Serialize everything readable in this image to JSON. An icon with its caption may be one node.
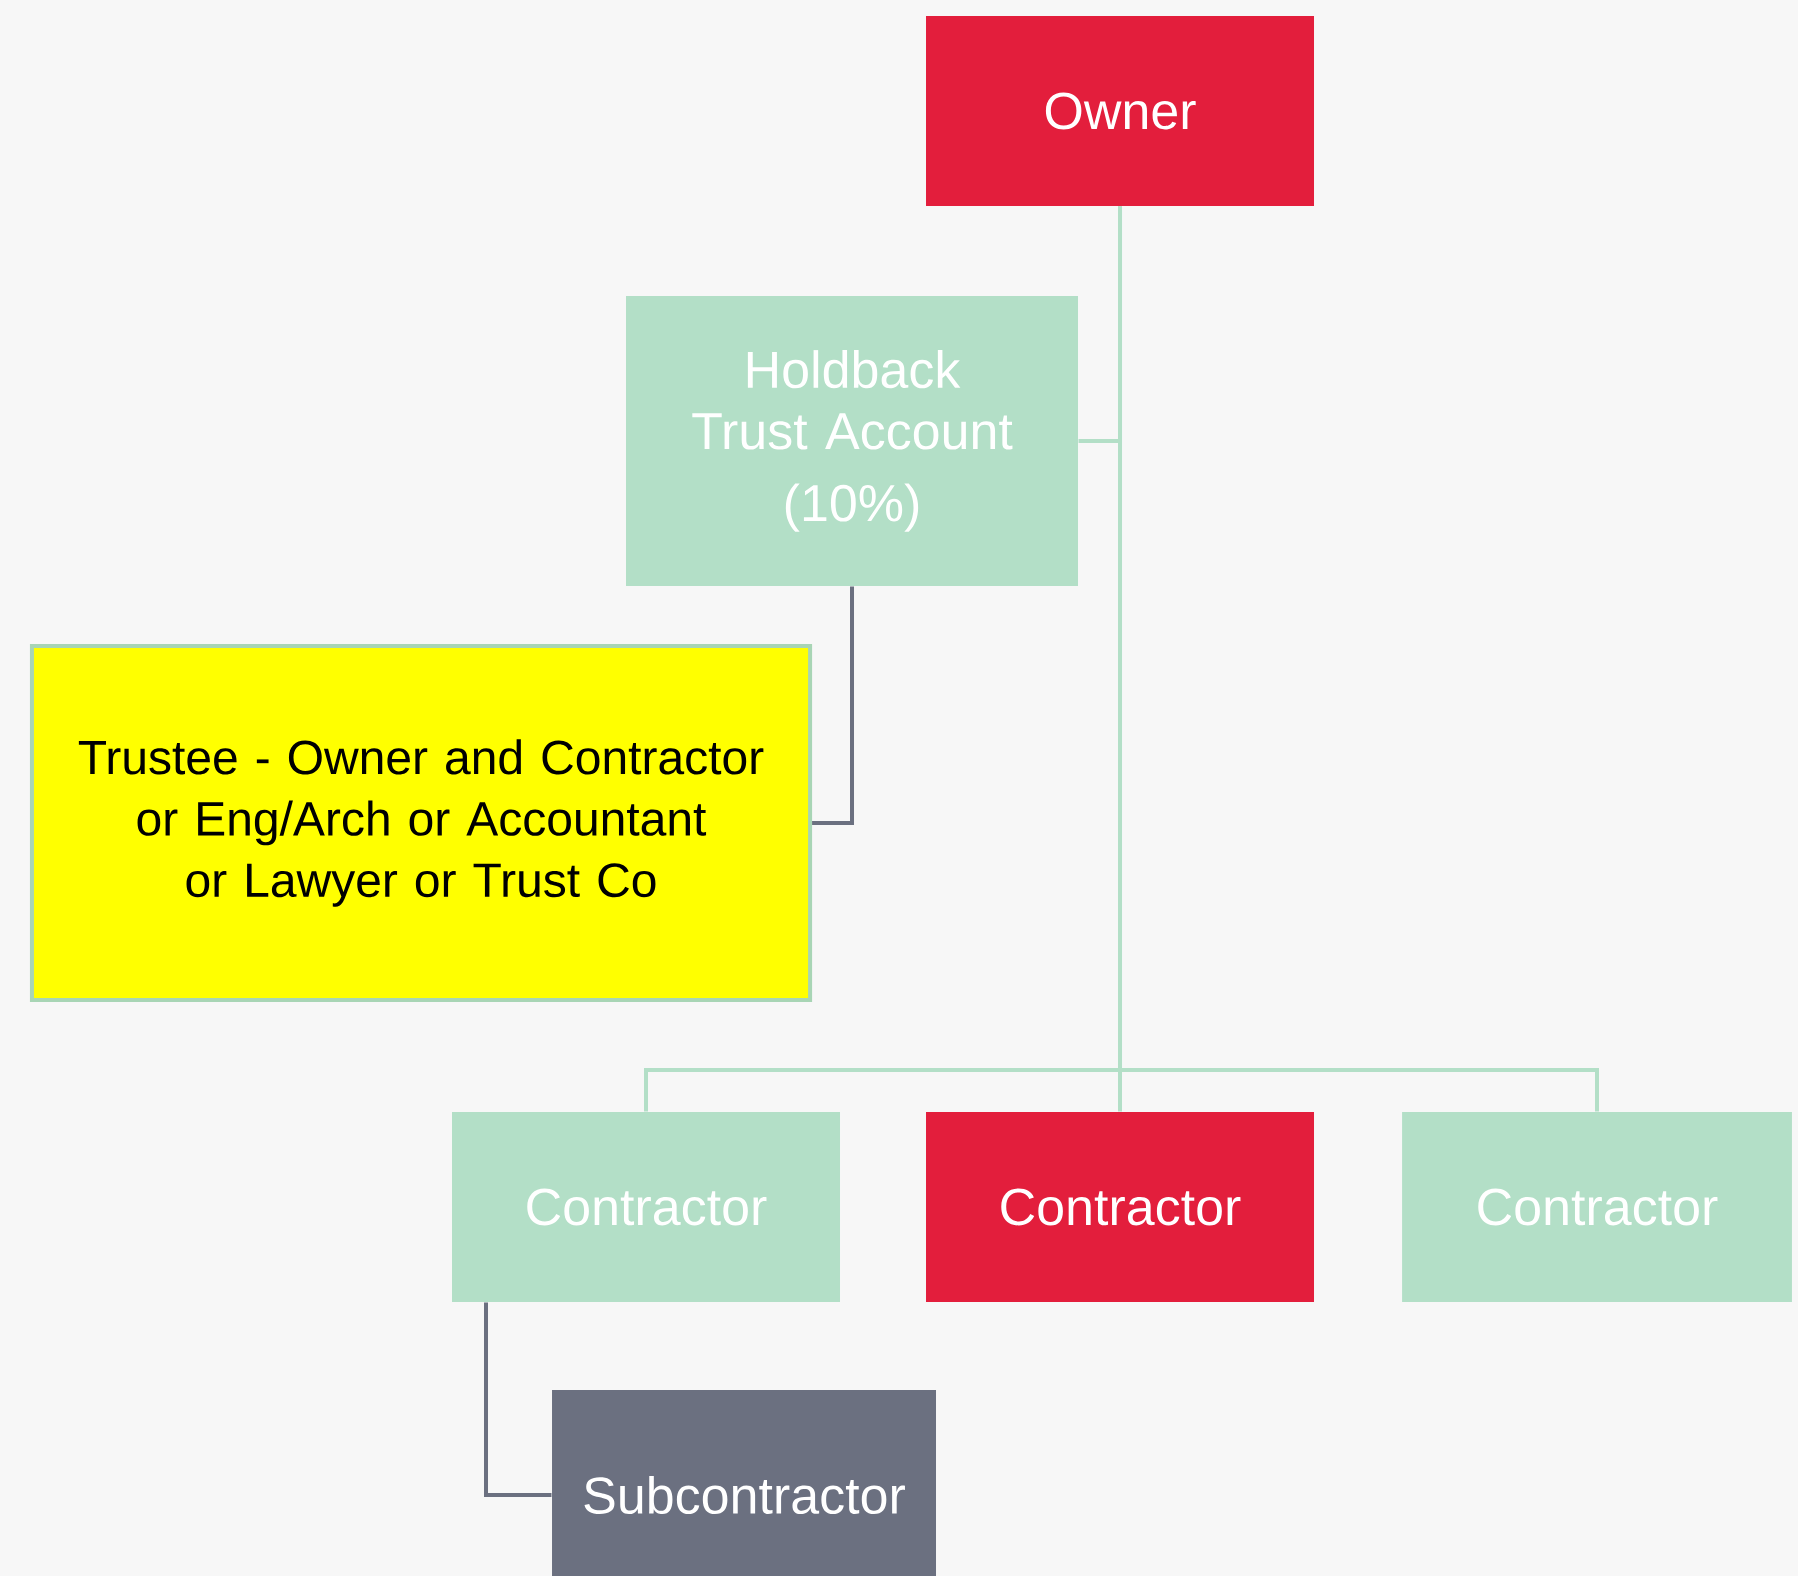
{
  "diagram": {
    "nodes": [
      {
        "text": [
          "Owner"
        ]
      },
      {
        "text": [
          "Holdback Trust Account",
          "(10%)"
        ]
      },
      {
        "text": [
          "Trustee - Owner and Contractor or Eng/Arch or Accountant or Lawyer or Trust Co"
        ]
      },
      {
        "text": [
          "Contractor"
        ]
      },
      {
        "text": [
          "Contractor"
        ]
      },
      {
        "text": [
          "Contractor"
        ]
      },
      {
        "text": [
          "Subcontractor"
        ]
      }
    ],
    "edges": [
      {
        "from": 0,
        "to": 1,
        "arrow": "none"
      },
      {
        "from": 1,
        "to": 2,
        "arrow": "none",
        "color": "#6b7080"
      },
      {
        "from": 0,
        "to": 3,
        "arrow": "none"
      },
      {
        "from": 0,
        "to": 4,
        "arrow": "none"
      },
      {
        "from": 0,
        "to": 5,
        "arrow": "none"
      },
      {
        "from": 3,
        "to": 6,
        "arrow": "none",
        "color": "#6b7080"
      }
    ]
  }
}
